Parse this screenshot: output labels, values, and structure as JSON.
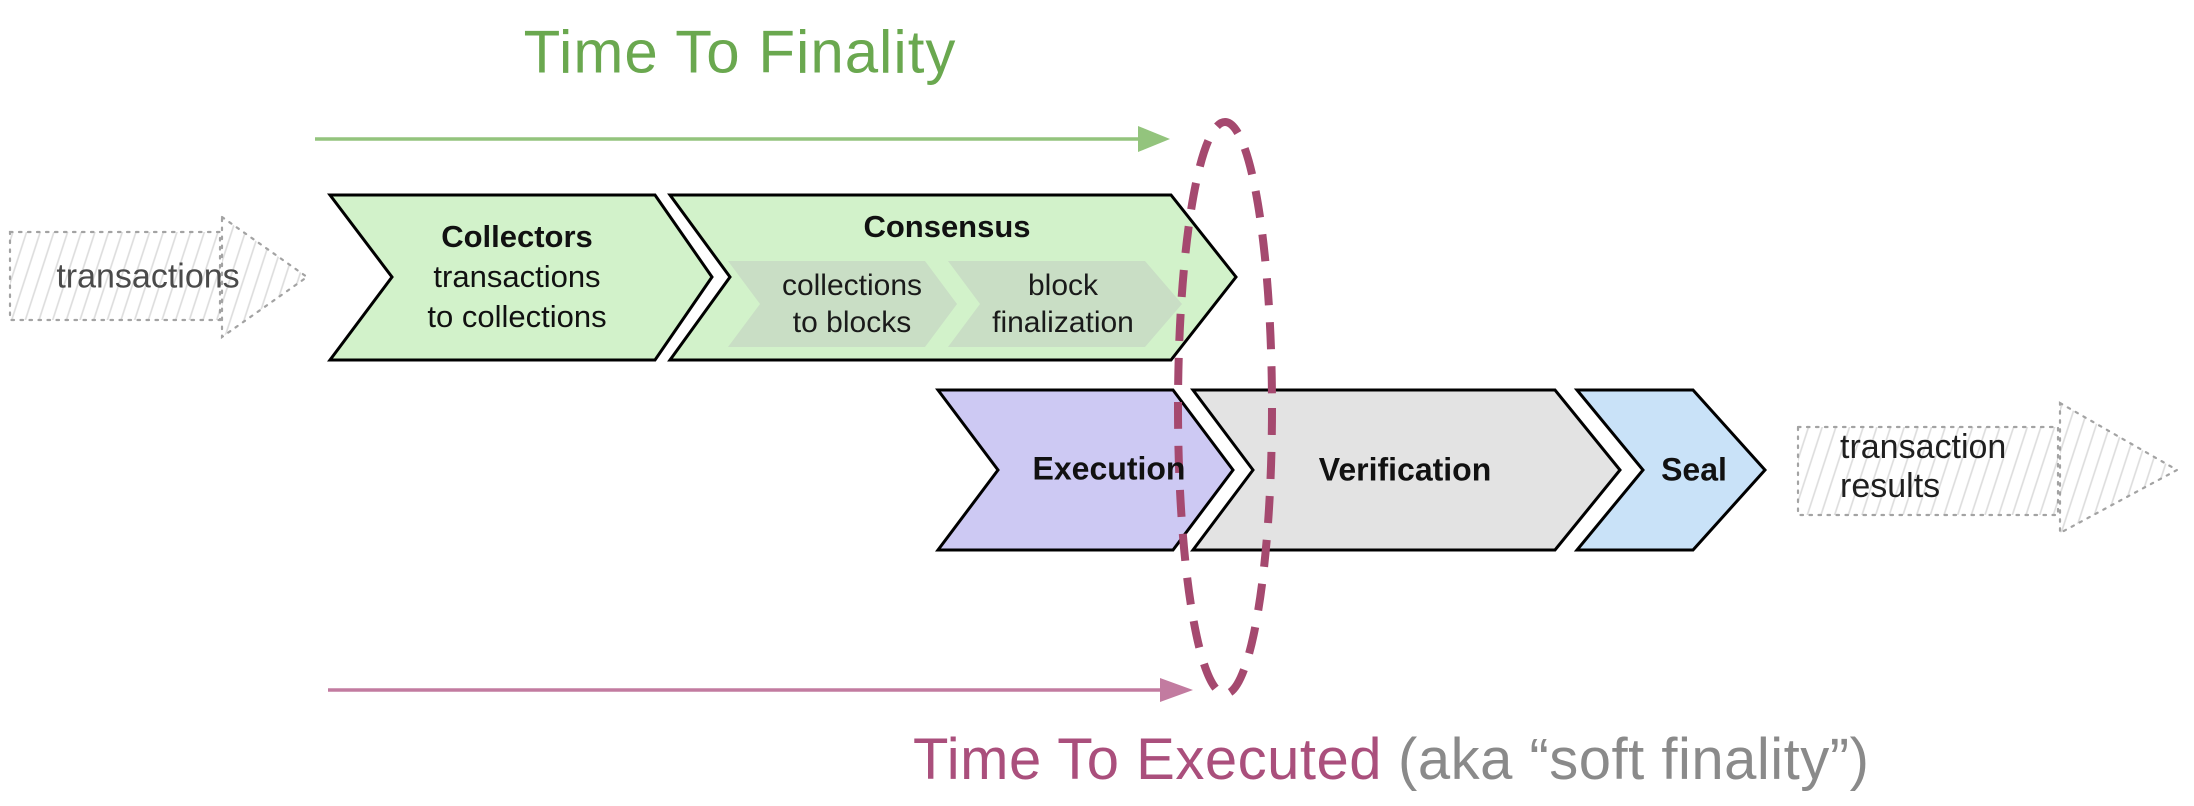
{
  "title": "Time To Finality",
  "footer": {
    "highlight": "Time To Executed",
    "note": "(aka “soft finality”)"
  },
  "input_arrow": {
    "label": "transactions"
  },
  "output_arrow": {
    "line1": "transaction",
    "line2": "results"
  },
  "stages": {
    "collectors": {
      "name": "Collectors",
      "desc1": "transactions",
      "desc2": "to collections"
    },
    "consensus": {
      "name": "Consensus",
      "sub1": {
        "line1": "collections",
        "line2": "to blocks"
      },
      "sub2": {
        "line1": "block",
        "line2": "finalization"
      }
    },
    "execution": {
      "name": "Execution"
    },
    "verification": {
      "name": "Verification"
    },
    "seal": {
      "name": "Seal"
    }
  },
  "colors": {
    "title_green": "#6aa84f",
    "arrow_green": "#93c47d",
    "arrow_pink": "#c27ba0",
    "ellipse_maroon": "#a5496f",
    "footer_maroon": "#aa4f7c",
    "footer_gray": "#8a8a8a",
    "stage_green": "#d2f2ca",
    "substep_green": "#c9dec5",
    "execution_purple": "#cdc9f3",
    "verification_gray": "#e3e3e3",
    "seal_blue": "#c9e2f8",
    "border_black": "#000000"
  }
}
